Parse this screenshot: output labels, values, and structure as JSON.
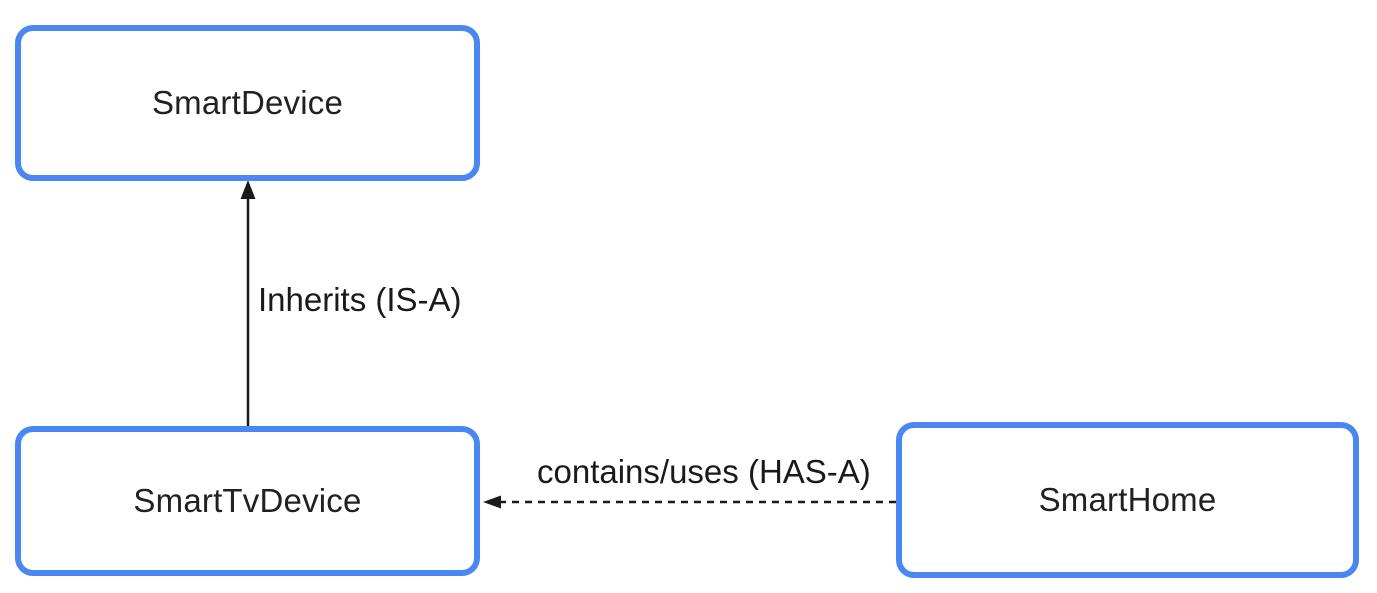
{
  "diagram": {
    "nodes": [
      {
        "id": "smart-device",
        "label": "SmartDevice"
      },
      {
        "id": "smart-tv-device",
        "label": "SmartTvDevice"
      },
      {
        "id": "smart-home",
        "label": "SmartHome"
      }
    ],
    "edges": [
      {
        "from": "SmartTvDevice",
        "to": "SmartDevice",
        "label": "Inherits (IS-A)",
        "style": "solid",
        "direction": "up"
      },
      {
        "from": "SmartHome",
        "to": "SmartTvDevice",
        "label": "contains/uses (HAS-A)",
        "style": "dashed",
        "direction": "left"
      }
    ],
    "colors": {
      "node_border": "#4b87f0",
      "node_fill": "#ffffff",
      "text": "#202124",
      "arrow": "#1a1a1a",
      "background": "#ffffff"
    }
  }
}
